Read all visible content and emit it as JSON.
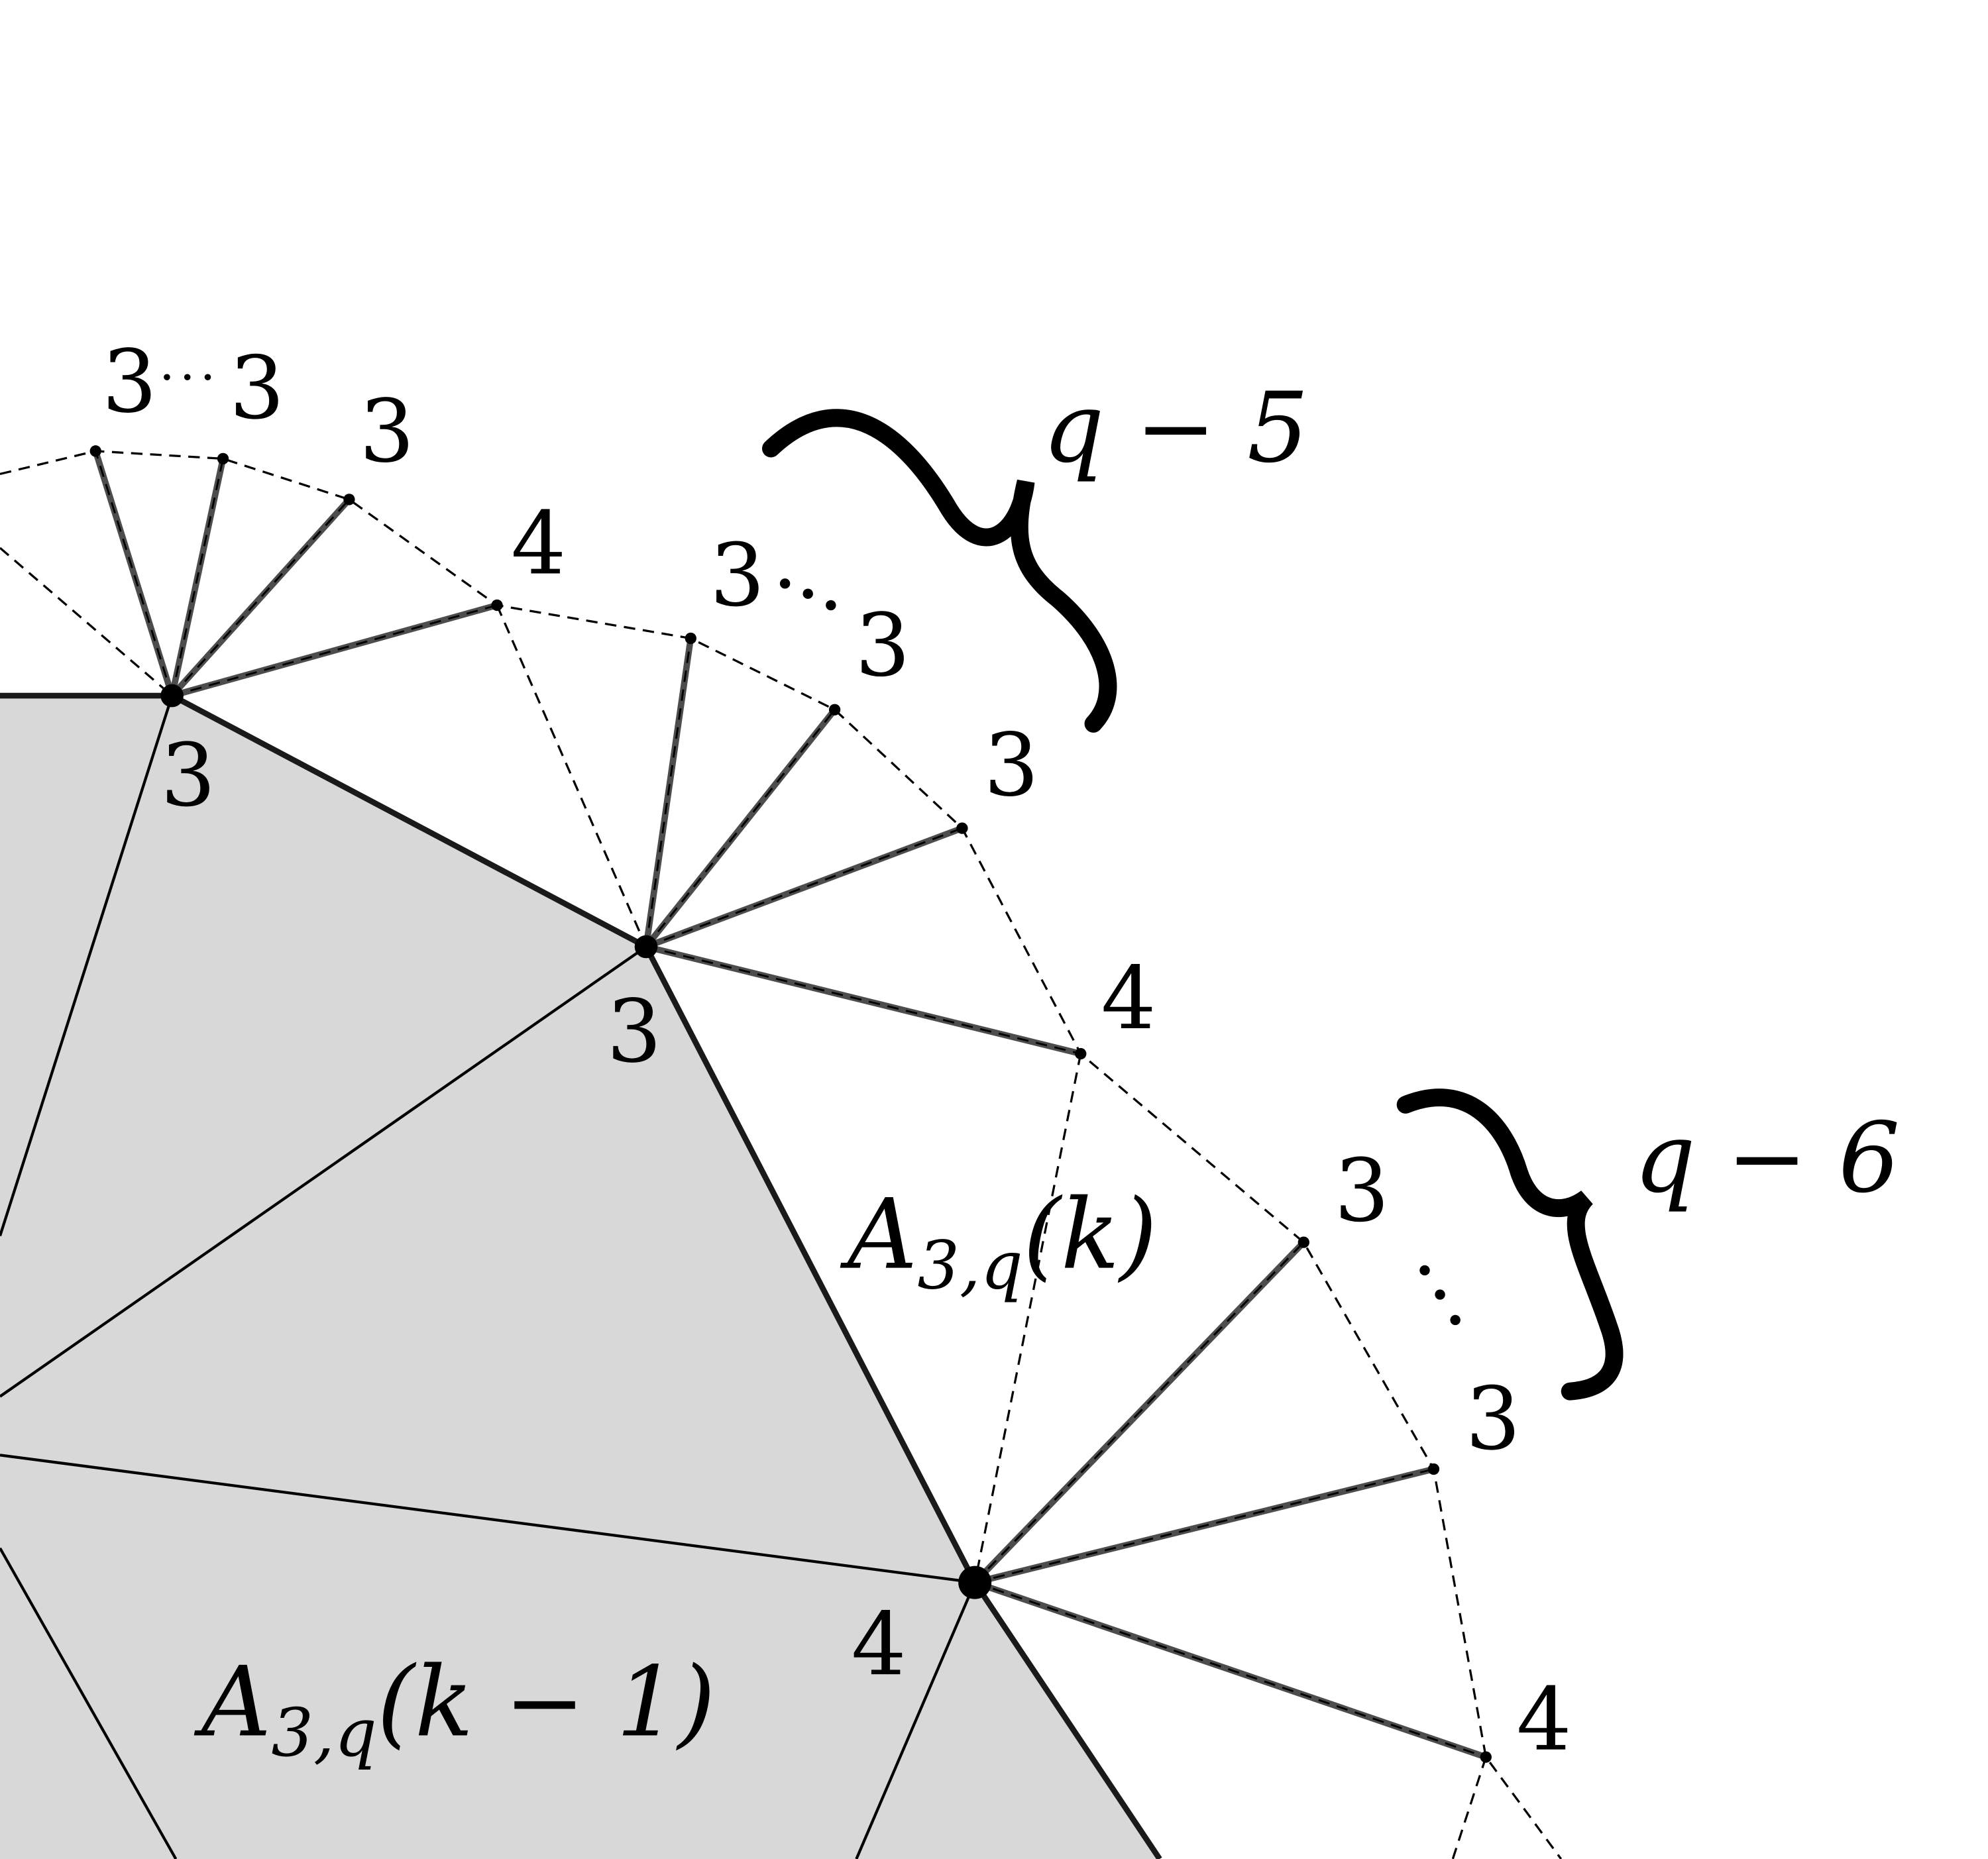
{
  "colors": {
    "background": "#ffffff",
    "shaded_region": "#d8d8d8",
    "spoke_edge": "#4d4d4d",
    "boundary_edge": "#1a1a1a"
  },
  "labels": {
    "region_outer": {
      "letter": "A",
      "sub": "3,q",
      "arg": "(k)"
    },
    "region_inner": {
      "letter": "A",
      "sub": "3,q",
      "arg": "(k − 1)"
    },
    "brace_top": "q − 5",
    "brace_right": "q − 6"
  },
  "vertex_degrees": {
    "hub1_below": "3",
    "hub2_below": "3",
    "hub3_below": "4",
    "top_a": "3",
    "top_b": "3",
    "top_c": "3",
    "top_four": "4",
    "mid_a": "3",
    "mid_b": "3",
    "mid_c": "3",
    "mid_four": "4",
    "right_a": "3",
    "right_b": "3",
    "right_four": "4"
  }
}
